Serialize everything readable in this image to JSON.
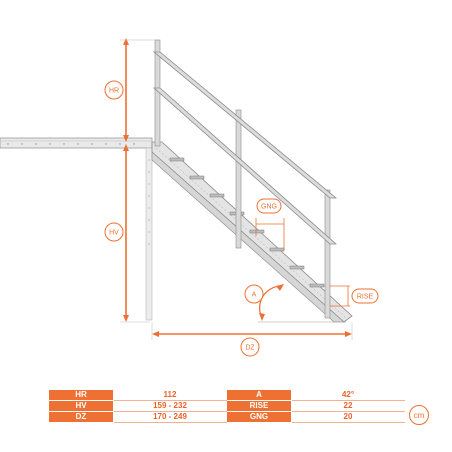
{
  "labels": {
    "hr": "HR",
    "hv": "HV",
    "dz": "DZ",
    "a": "A",
    "gng": "GNG",
    "rise": "RISE"
  },
  "table": {
    "rows": [
      {
        "k1": "HR",
        "v1": "112",
        "k2": "A",
        "v2": "42°"
      },
      {
        "k1": "HV",
        "v1": "159 - 232",
        "k2": "RISE",
        "v2": "22"
      },
      {
        "k1": "DZ",
        "v1": "170 - 249",
        "k2": "GNG",
        "v2": "20"
      }
    ]
  },
  "unit": "cm",
  "colors": {
    "accent": "#ee7032",
    "steel": "#c9c9c9",
    "steel_dark": "#8a8a8a"
  }
}
